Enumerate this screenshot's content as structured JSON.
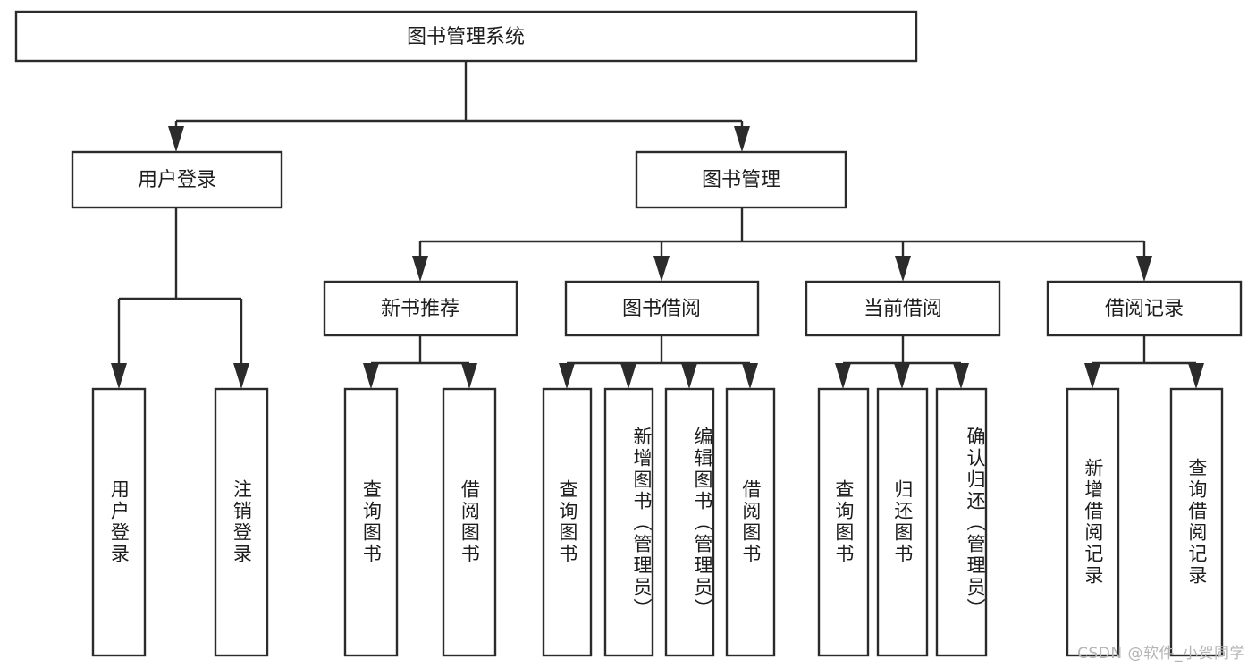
{
  "diagram": {
    "type": "tree",
    "title": "图书管理系统",
    "root": {
      "label": "图书管理系统",
      "level": 0
    },
    "level1": [
      {
        "label": "用户登录"
      },
      {
        "label": "图书管理"
      }
    ],
    "level2": [
      {
        "label": "新书推荐"
      },
      {
        "label": "图书借阅"
      },
      {
        "label": "当前借阅"
      },
      {
        "label": "借阅记录"
      }
    ],
    "leaves": {
      "user_login": [
        {
          "label": "用户登录"
        },
        {
          "label": "注销登录"
        }
      ],
      "new_book_recommend": [
        {
          "label": "查询图书"
        },
        {
          "label": "借阅图书"
        }
      ],
      "book_borrow": [
        {
          "label": "查询图书"
        },
        {
          "label": "新增图书（管理员）"
        },
        {
          "label": "编辑图书（管理员）"
        },
        {
          "label": "借阅图书"
        }
      ],
      "current_borrow": [
        {
          "label": "查询图书"
        },
        {
          "label": "归还图书"
        },
        {
          "label": "确认归还（管理员）"
        }
      ],
      "borrow_record": [
        {
          "label": "新增借阅记录"
        },
        {
          "label": "查询借阅记录"
        }
      ]
    }
  },
  "watermark": {
    "text": "CSDN @软件_小贺同学"
  },
  "colors": {
    "box_stroke": "#2b2b2b",
    "box_fill": "#ffffff",
    "text": "#1d1d1d",
    "background": "#ffffff",
    "watermark": "#b4b4b4"
  }
}
